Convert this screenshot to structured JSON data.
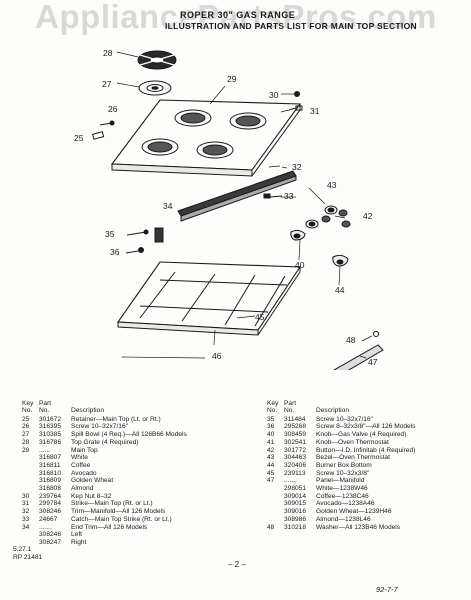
{
  "watermark": "AppliancePartsPros.com",
  "header": {
    "title": "ROPER 30\" GAS RANGE",
    "subtitle": "ILLUSTRATION AND PARTS LIST FOR MAIN TOP SECTION"
  },
  "callouts": {
    "c25": "25",
    "c26": "26",
    "c27": "27",
    "c28": "28",
    "c29": "29",
    "c30": "30",
    "c31": "31",
    "c32": "32",
    "c33": "33",
    "c34": "34",
    "c35": "35",
    "c36": "36",
    "c40": "40",
    "c42": "42",
    "c43": "43",
    "c44": "44",
    "c45": "45",
    "c46": "46",
    "c47": "47",
    "c48": "48"
  },
  "parts_list": {
    "headers": {
      "key": "Key",
      "key_no": "No.",
      "part": "Part",
      "part_no": "No.",
      "description": "Description"
    },
    "left": [
      {
        "key": "25",
        "part": "301672",
        "desc": "Retainer—Main Top (Lt. or Rt.)"
      },
      {
        "key": "26",
        "part": "316395",
        "desc": "Screw 10–32x7/16\""
      },
      {
        "key": "27",
        "part": "310385",
        "desc": "Spill Bowl (4 Req.)—All 126B66 Models"
      },
      {
        "key": "28",
        "part": "316786",
        "desc": "Top Grate (4 Required)"
      },
      {
        "key": "29",
        "part": "......",
        "desc": "Main Top"
      },
      {
        "key": "",
        "part": "316807",
        "desc": "  White"
      },
      {
        "key": "",
        "part": "316811",
        "desc": "  Coffee"
      },
      {
        "key": "",
        "part": "316810",
        "desc": "  Avocado"
      },
      {
        "key": "",
        "part": "316809",
        "desc": "  Golden Wheat"
      },
      {
        "key": "",
        "part": "316808",
        "desc": "  Almond"
      },
      {
        "key": "30",
        "part": "239764",
        "desc": "Kep Nut 8–32"
      },
      {
        "key": "31",
        "part": "299784",
        "desc": "Strike—Main Top (Rt. or Lt.)"
      },
      {
        "key": "32",
        "part": "308246",
        "desc": "Trim—Manifold—All 126 Models"
      },
      {
        "key": "33",
        "part": "24667",
        "desc": "Catch—Main Top Strike (Rt. or Lt.)"
      },
      {
        "key": "34",
        "part": ".......",
        "desc": "End Trim—All 126 Models"
      },
      {
        "key": "",
        "part": "308246",
        "desc": "  Left"
      },
      {
        "key": "",
        "part": "308247",
        "desc": "  Right"
      }
    ],
    "right": [
      {
        "key": "35",
        "part": "311484",
        "desc": "Screw 10–32x7/16\""
      },
      {
        "key": "36",
        "part": "295268",
        "desc": "Screw 8–32x3/8\"—All 126 Models"
      },
      {
        "key": "40",
        "part": "308459",
        "desc": "Knob—Gas Valve (4 Required)"
      },
      {
        "key": "41",
        "part": "302541",
        "desc": "Knob—Oven Thermostat"
      },
      {
        "key": "42",
        "part": "301772",
        "desc": "Button—I.D. Infinitab (4 Required)"
      },
      {
        "key": "43",
        "part": "304463",
        "desc": "Bezel—Oven Thermostat"
      },
      {
        "key": "44",
        "part": "320406",
        "desc": "Burner Box Bottom"
      },
      {
        "key": "45",
        "part": "239113",
        "desc": "Screw 10–32x3/8\""
      },
      {
        "key": "47",
        "part": ".......",
        "desc": "Panel—Manifold"
      },
      {
        "key": "",
        "part": "298051",
        "desc": "  White—1238W46"
      },
      {
        "key": "",
        "part": "309014",
        "desc": "  Coffee—1238C46"
      },
      {
        "key": "",
        "part": "309015",
        "desc": "  Avocado—1238A46"
      },
      {
        "key": "",
        "part": "309016",
        "desc": "  Golden Wheat—1239H46"
      },
      {
        "key": "",
        "part": "308986",
        "desc": "  Almond—1238L46"
      },
      {
        "key": "48",
        "part": "310218",
        "desc": "Washer—All 123B46 Models"
      }
    ]
  },
  "footer": {
    "code1": "5.27.1",
    "code2": "RP 21481",
    "page": "– 2 –",
    "date": "92-7-7"
  }
}
